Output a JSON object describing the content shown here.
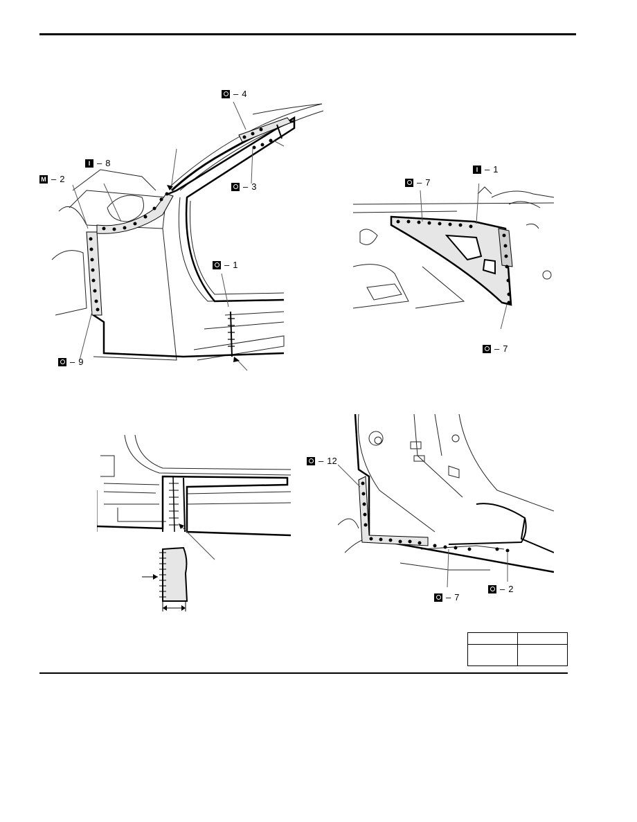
{
  "callouts": {
    "o4": {
      "type": "O",
      "sep": "–",
      "num": "4"
    },
    "i8": {
      "type": "I",
      "sep": "–",
      "num": "8"
    },
    "m2": {
      "type": "M",
      "sep": "–",
      "num": "2"
    },
    "o3": {
      "type": "O",
      "sep": "–",
      "num": "3"
    },
    "o1a": {
      "type": "O",
      "sep": "–",
      "num": "1"
    },
    "o9": {
      "type": "O",
      "sep": "–",
      "num": "9"
    },
    "o7a": {
      "type": "O",
      "sep": "–",
      "num": "7"
    },
    "i1": {
      "type": "I",
      "sep": "–",
      "num": "1"
    },
    "o7b": {
      "type": "O",
      "sep": "–",
      "num": "7"
    },
    "o12": {
      "type": "O",
      "sep": "–",
      "num": "12"
    },
    "o7c": {
      "type": "O",
      "sep": "–",
      "num": "7"
    },
    "o2": {
      "type": "O",
      "sep": "–",
      "num": "2"
    }
  },
  "colors": {
    "ink": "#000000",
    "line": "#222222",
    "fill": "#e6e6e6",
    "paper": "#ffffff"
  },
  "icons": {
    "spot_weld": "filled-dot-icon",
    "cut_line": "hatched-cut-icon",
    "badge": "square-badge-icon"
  }
}
